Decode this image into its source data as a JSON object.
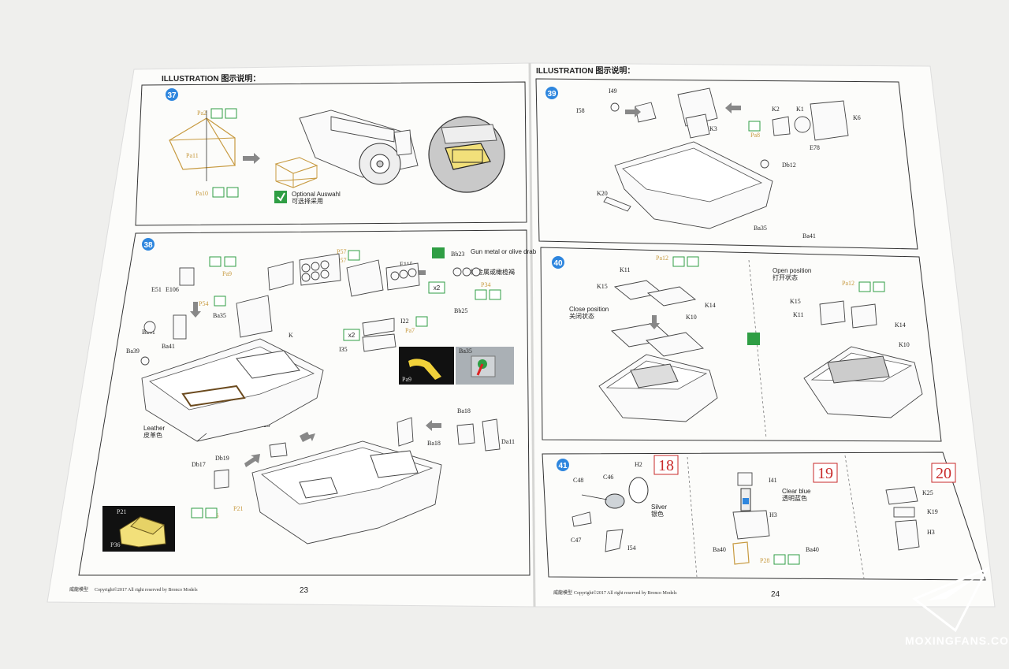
{
  "left_page": {
    "header": "ILLUSTRATION 图示说明：",
    "footer_brand": "威龍模型",
    "copyright": "Copyright©2017  All right reserved by Bronco Models",
    "page_number": "23",
    "step37": {
      "number": "37",
      "labels": [
        "Pa2",
        "Pa11",
        "Pa10"
      ],
      "option_de": "Optional Auswahl",
      "option_cn": "可选择采用"
    },
    "step38": {
      "number": "38",
      "labels": [
        "Pa9",
        "E51",
        "E106",
        "P54",
        "Ba35",
        "Ba41",
        "Ba41",
        "Ba39",
        "P57",
        "P57",
        "E115",
        "I22",
        "Pa7",
        "I35",
        "K",
        "I20",
        "Bb23",
        "Bb25",
        "P34",
        "Db17",
        "Db19",
        "P36",
        "P21",
        "Ba18",
        "Ba18",
        "Da11",
        "P21",
        "P36",
        "Pa9",
        "Ba35"
      ],
      "multiplier_1": "x2",
      "multiplier_2": "x2",
      "paint_en": "Gun metal or olive drab",
      "paint_cn": "枪金属或橄榄褐",
      "leather_en": "Leather",
      "leather_cn": "皮革色"
    }
  },
  "right_page": {
    "header": "ILLUSTRATION 图示说明：",
    "footer_brand": "威龍模型",
    "copyright": "Copyright©2017  All right reserved by Bronco Models",
    "page_number": "24",
    "step39": {
      "number": "39",
      "labels": [
        "I49",
        "I58",
        "K3",
        "K2",
        "K1",
        "K6",
        "Pa8",
        "E78",
        "Db12",
        "K20",
        "Ba35",
        "Ba41"
      ]
    },
    "step40": {
      "number": "40",
      "labels": [
        "Pa12",
        "K11",
        "K15",
        "K14",
        "K10",
        "Pa12",
        "K15",
        "K11",
        "K14",
        "K10"
      ],
      "close_en": "Close position",
      "close_cn": "关闭状态",
      "open_en": "Open position",
      "open_cn": "打开状态"
    },
    "step41": {
      "number": "41",
      "subs": [
        "18",
        "19",
        "20"
      ],
      "labels": [
        "C48",
        "C46",
        "H2",
        "C47",
        "I54",
        "I41",
        "H3",
        "Ba40",
        "Ba40",
        "P28",
        "K25",
        "K19",
        "H3"
      ],
      "silver_en": "Silver",
      "silver_cn": "银色",
      "clear_en": "Clear blue",
      "clear_cn": "透明蓝色"
    }
  },
  "watermark": "MOXINGFANS.COM",
  "colors": {
    "step_badge": "#2e86de",
    "option_green": "#2f9e44",
    "sub_red": "#c92a2a",
    "photo_etch": "#c79a40",
    "yellow_part": "#f2e07a"
  }
}
